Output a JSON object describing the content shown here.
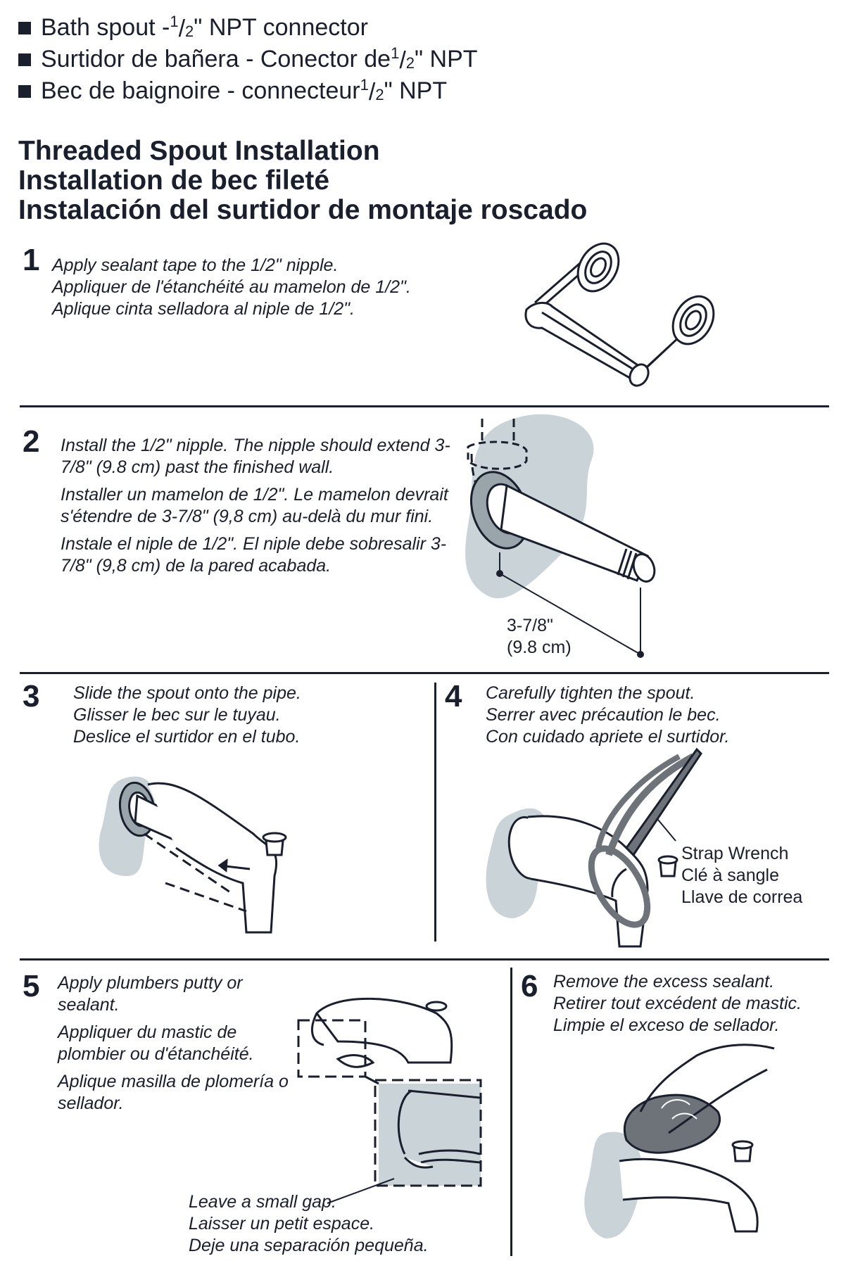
{
  "bullets": [
    {
      "before": "Bath spout - ",
      "num": "1",
      "den": "2",
      "after": "\" NPT connector"
    },
    {
      "before": "Surtidor de bañera - Conector de ",
      "num": "1",
      "den": "2",
      "after": "\" NPT"
    },
    {
      "before": "Bec de baignoire - connecteur ",
      "num": "1",
      "den": "2",
      "after": "\" NPT"
    }
  ],
  "heading": {
    "line1": "Threaded Spout Installation",
    "line2": "Installation de bec fileté",
    "line3": "Instalación del surtidor de montaje roscado"
  },
  "steps": {
    "s1": {
      "num": "1",
      "lines": [
        "Apply sealant tape to the 1/2\" nipple.",
        "Appliquer de l'étanchéité au mamelon de 1/2\".",
        "Aplique cinta selladora al niple de 1/2\"."
      ]
    },
    "s2": {
      "num": "2",
      "p1": "Install the 1/2\" nipple. The nipple should extend 3-7/8\" (9.8 cm) past the finished wall.",
      "p2": "Installer un mamelon de 1/2\". Le mamelon devrait s'étendre de 3-7/8\" (9,8 cm) au-delà du mur fini.",
      "p3": "Instale el niple de 1/2\". El niple debe sobresalir 3-7/8\" (9,8 cm) de la pared acabada.",
      "dim1": "3-7/8\"",
      "dim2": "(9.8 cm)"
    },
    "s3": {
      "num": "3",
      "lines": [
        "Slide the spout onto the pipe.",
        "Glisser le bec sur le tuyau.",
        "Deslice el surtidor en el tubo."
      ]
    },
    "s4": {
      "num": "4",
      "lines": [
        "Carefully tighten the spout.",
        "Serrer avec précaution le bec.",
        "Con cuidado apriete el surtidor."
      ],
      "tool": [
        "Strap Wrench",
        "Clé à sangle",
        "Llave de correa"
      ]
    },
    "s5": {
      "num": "5",
      "p1": "Apply plumbers putty or sealant.",
      "p2": "Appliquer du mastic de plombier ou d'étanchéité.",
      "p3": "Aplique masilla de plomería o sellador.",
      "gap": [
        "Leave a small gap.",
        "Laisser un petit espace.",
        "Deje una separación pequeña."
      ]
    },
    "s6": {
      "num": "6",
      "lines": [
        "Remove the excess sealant.",
        "Retirer tout excédent de mastic.",
        "Limpie el exceso de sellador."
      ]
    }
  },
  "colors": {
    "ink": "#1a1f2e",
    "wall": "#c9d3d8",
    "strap": "#6d7378"
  }
}
